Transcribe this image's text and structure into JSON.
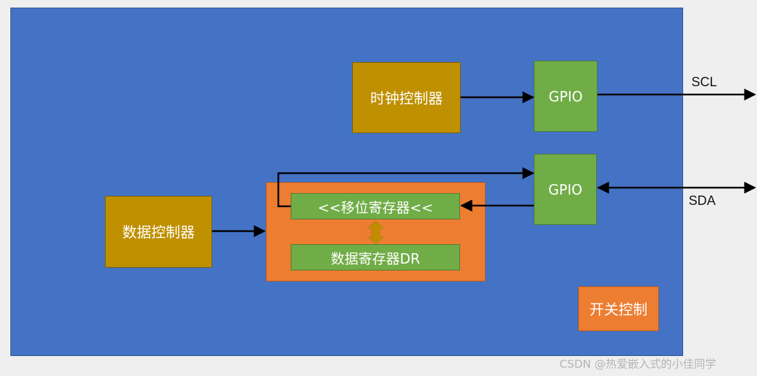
{
  "blocks": {
    "clock_controller": "时钟控制器",
    "gpio_scl": "GPIO",
    "gpio_sda": "GPIO",
    "data_controller": "数据控制器",
    "shift_register": "<<移位寄存器<<",
    "data_register": "数据寄存器DR",
    "switch_control": "开关控制"
  },
  "signals": {
    "scl": "SCL",
    "sda": "SDA"
  },
  "watermark": "CSDN @热爱嵌入式的小佳同学",
  "colors": {
    "background": "#f0eff0",
    "panel": "#4472c4",
    "controller": "#bf9000",
    "gpio": "#70ad47",
    "register_group": "#ed7d31",
    "wire": "#000000"
  }
}
